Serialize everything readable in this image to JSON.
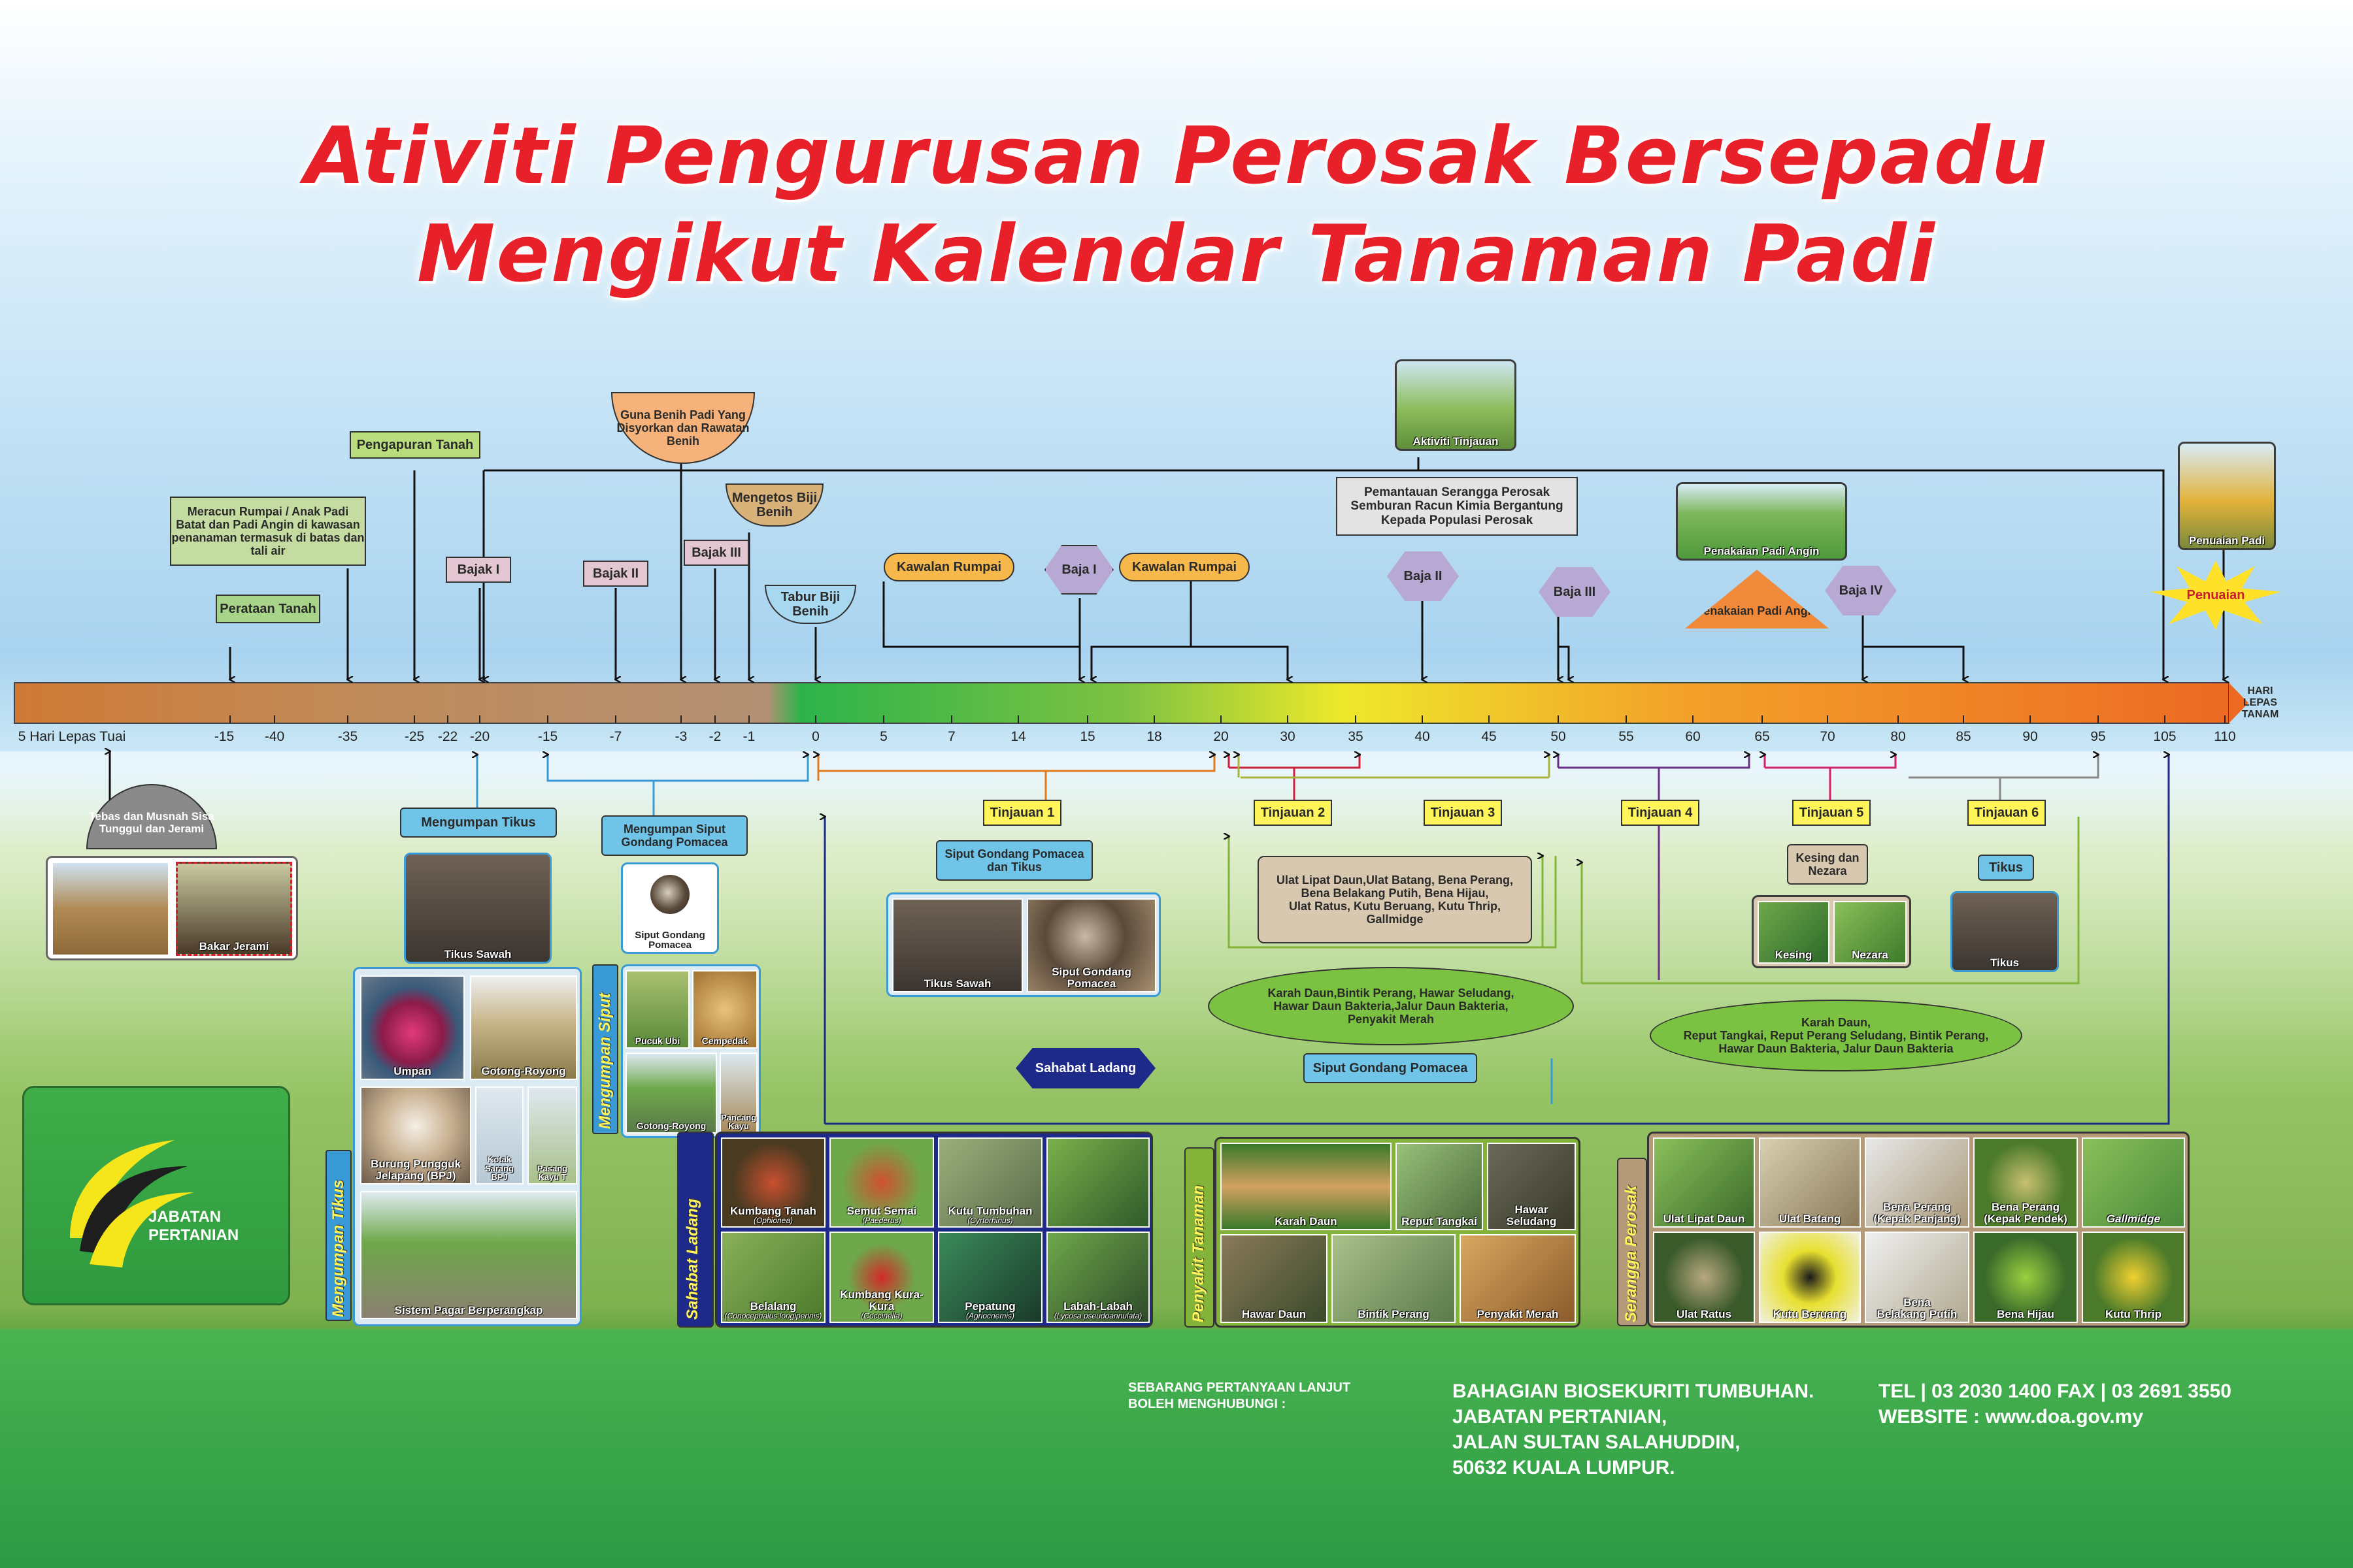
{
  "title": {
    "line1": "Ativiti Pengurusan Perosak Bersepadu",
    "line2": "Mengikut Kalendar Tanaman Padi"
  },
  "colors": {
    "title": "#e8202a",
    "timeline_start": "#c87a3c",
    "timeline_green": "#2db34a",
    "timeline_yellow": "#f6e62a",
    "timeline_end": "#ef7d22"
  },
  "timeline": {
    "ticks": [
      "5 Hari Lepas Tuai",
      "-15",
      "-40",
      "-35",
      "-25",
      "-22",
      "-20",
      "-15",
      "-7",
      "-3",
      "-2",
      "-1",
      "0",
      "5",
      "7",
      "14",
      "15",
      "18",
      "20",
      "30",
      "35",
      "40",
      "45",
      "50",
      "55",
      "60",
      "65",
      "70",
      "80",
      "85",
      "90",
      "95",
      "105",
      "110"
    ],
    "end_label": "HARI\nLEPAS\nTANAM"
  },
  "top_labels": {
    "perataan": "Perataan Tanah",
    "meracun": "Meracun Rumpai / Anak Padi Batat dan Padi Angin di kawasan penanaman termasuk di batas dan tali air",
    "pengapuran": "Pengapuran Tanah",
    "guna_benih": "Guna Benih Padi Yang Disyorkan dan Rawatan Benih",
    "mengetos": "Mengetos Biji Benih",
    "tabur": "Tabur Biji Benih",
    "bajak1": "Bajak I",
    "bajak2": "Bajak II",
    "bajak3": "Bajak III",
    "kawalan1": "Kawalan Rumpai",
    "kawalan2": "Kawalan Rumpai",
    "baja1": "Baja I",
    "baja2": "Baja II",
    "baja3": "Baja III",
    "baja4": "Baja IV",
    "aktiviti_tinjauan": "Aktiviti Tinjauan",
    "pemantauan": "Pemantauan Serangga Perosak\nSemburan Racun Kimia Bergantung\nKepada Populasi Perosak",
    "penakaian_photo": "Penakaian Padi Angin",
    "penakaian": "Penakaian Padi Angin",
    "penuaian_photo": "Penuaian Padi",
    "penuaian": "Penuaian"
  },
  "left_section": {
    "tebas": "Tebas dan Musnah Sisa Tunggul dan Jerami",
    "bakar": "Bakar Jerami",
    "mengumpan_tikus": "Mengumpan Tikus",
    "tikus_sawah": "Tikus Sawah",
    "mengumpan_siput": "Mengumpan Siput Gondang Pomacea",
    "siput_gondang": "Siput Gondang Pomacea"
  },
  "tinjauan": [
    "Tinjauan 1",
    "Tinjauan 2",
    "Tinjauan 3",
    "Tinjauan 4",
    "Tinjauan 5",
    "Tinjauan 6"
  ],
  "tinjauan_findings": {
    "t1": "Siput Gondang Pomacea dan Tikus",
    "t1_photos": [
      "Tikus Sawah",
      "Siput Gondang Pomacea"
    ],
    "t23_pests": "Ulat Lipat Daun,Ulat Batang, Bena Perang,\nBena Belakang Putih, Bena Hijau,\nUlat Ratus, Kutu Beruang, Kutu Thrip,\nGallmidge",
    "t23_diseases": "Karah Daun,Bintik Perang, Hawar Seludang,\nHawar Daun Bakteria,Jalur Daun Bakteria,\nPenyakit Merah",
    "t23_siput": "Siput Gondang Pomacea",
    "t5": "Kesing dan Nezara",
    "t5_photos": [
      "Kesing",
      "Nezara"
    ],
    "t6": "Tikus",
    "t6_photo": "Tikus",
    "t456_diseases": "Karah Daun,\nReput Tangkai, Reput Perang Seludang, Bintik Perang,\nHawar Daun Bakteria, Jalur Daun Bakteria"
  },
  "mengumpan_tikus_panel": {
    "side_label": "Mengumpan Tikus",
    "items": [
      "Umpan",
      "Gotong-Royong",
      "Burung Pungguk Jelapang (BPJ)",
      "Kotak Sarang BPJ",
      "Pasang Kayu T",
      "Sistem Pagar Berperangkap"
    ]
  },
  "mengumpan_siput_panel": {
    "side_label": "Mengumpan Siput",
    "items": [
      "Pucuk Ubi",
      "Cempedak",
      "Gotong-Royong",
      "Pancang Kayu"
    ]
  },
  "sahabat_ladang": {
    "badge": "Sahabat Ladang",
    "side_label": "Sahabat Ladang",
    "items": [
      {
        "name": "Kumbang Tanah",
        "sci": "(Ophionea)"
      },
      {
        "name": "Semut Semai",
        "sci": "(Paederus)"
      },
      {
        "name": "Kutu Tumbuhan",
        "sci": "(Cyrtorhinus)"
      },
      {
        "name": "",
        "sci": ""
      },
      {
        "name": "Belalang",
        "sci": "(Conocephalus longipennis)"
      },
      {
        "name": "Kumbang Kura-Kura",
        "sci": "(Coccinella)"
      },
      {
        "name": "Pepatung",
        "sci": "(Agriocnemis)"
      },
      {
        "name": "Labah-Labah",
        "sci": "(Lycosa pseudoannulata)"
      }
    ]
  },
  "penyakit_tanaman": {
    "side_label": "Penyakit Tanaman",
    "items": [
      "Karah Daun",
      "Reput Tangkai",
      "Hawar Seludang",
      "Hawar Daun",
      "Bintik Perang",
      "Penyakit Merah"
    ]
  },
  "serangga_perosak": {
    "side_label": "Serangga Perosak",
    "items": [
      "Ulat Lipat Daun",
      "Ulat Batang",
      "Bena Perang\n(Kepak Panjang)",
      "Bena Perang\n(Kepak Pendek)",
      "Gallmidge",
      "Ulat Ratus",
      "Kutu Beruang",
      "Bena\nBelakang Putih",
      "Bena Hijau",
      "Kutu Thrip"
    ]
  },
  "logo": {
    "text": "JABATAN\nPERTANIAN"
  },
  "footer": {
    "enquiry": "SEBARANG PERTANYAAN LANJUT\nBOLEH MENGHUBUNGI :",
    "address": "BAHAGIAN BIOSEKURITI TUMBUHAN.\nJABATAN PERTANIAN,\nJALAN SULTAN SALAHUDDIN,\n50632 KUALA LUMPUR.",
    "contact": "TEL | 03 2030 1400     FAX | 03 2691 3550\nWEBSITE : www.doa.gov.my"
  }
}
